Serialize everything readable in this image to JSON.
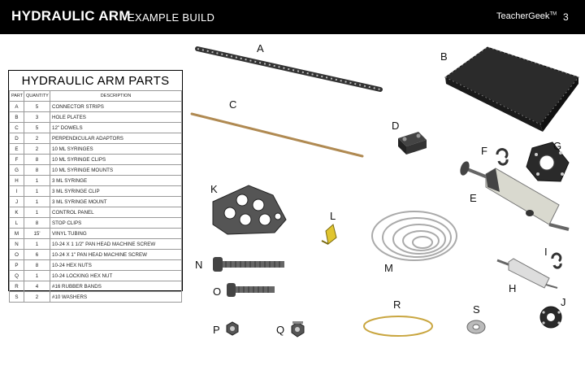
{
  "header": {
    "title": "HYDRAULIC ARM",
    "subtitle": "EXAMPLE BUILD",
    "brand": "TeacherGeek",
    "tm": "TM",
    "page": "3"
  },
  "table": {
    "title": "HYDRAULIC ARM PARTS",
    "headers": [
      "PART",
      "QUANTITY",
      "DESCRIPTION"
    ],
    "rows": [
      [
        "A",
        "5",
        "CONNECTOR STRIPS"
      ],
      [
        "B",
        "3",
        "HOLE PLATES"
      ],
      [
        "C",
        "5",
        "12\" DOWELS"
      ],
      [
        "D",
        "2",
        "PERPENDICULAR ADAPTORS"
      ],
      [
        "E",
        "2",
        "10 ML SYRINGES"
      ],
      [
        "F",
        "8",
        "10 ML SYRINGE CLIPS"
      ],
      [
        "G",
        "8",
        "10 ML SYRINGE MOUNTS"
      ],
      [
        "H",
        "1",
        "3 ML SYRINGE"
      ],
      [
        "I",
        "1",
        "3 ML SYRINGE CLIP"
      ],
      [
        "J",
        "1",
        "3 ML SYRINGE MOUNT"
      ],
      [
        "K",
        "1",
        "CONTROL PANEL"
      ],
      [
        "L",
        "8",
        "STOP CLIPS"
      ],
      [
        "M",
        "15'",
        "VINYL TUBING"
      ],
      [
        "N",
        "1",
        "10-24 X 1 1/2\" PAN HEAD MACHINE SCREW"
      ],
      [
        "O",
        "6",
        "10-24 X 1\" PAN HEAD MACHINE SCREW"
      ],
      [
        "P",
        "8",
        "10-24 HEX NUTS"
      ],
      [
        "Q",
        "1",
        "10-24 LOCKING HEX NUT"
      ],
      [
        "R",
        "4",
        "#16 RUBBER BANDS"
      ],
      [
        "S",
        "2",
        "#10 WASHERS"
      ]
    ]
  },
  "labels": {
    "A": "A",
    "B": "B",
    "C": "C",
    "D": "D",
    "E": "E",
    "F": "F",
    "G": "G",
    "H": "H",
    "I": "I",
    "J": "J",
    "K": "K",
    "L": "L",
    "M": "M",
    "N": "N",
    "O": "O",
    "P": "P",
    "Q": "Q",
    "R": "R",
    "S": "S"
  }
}
